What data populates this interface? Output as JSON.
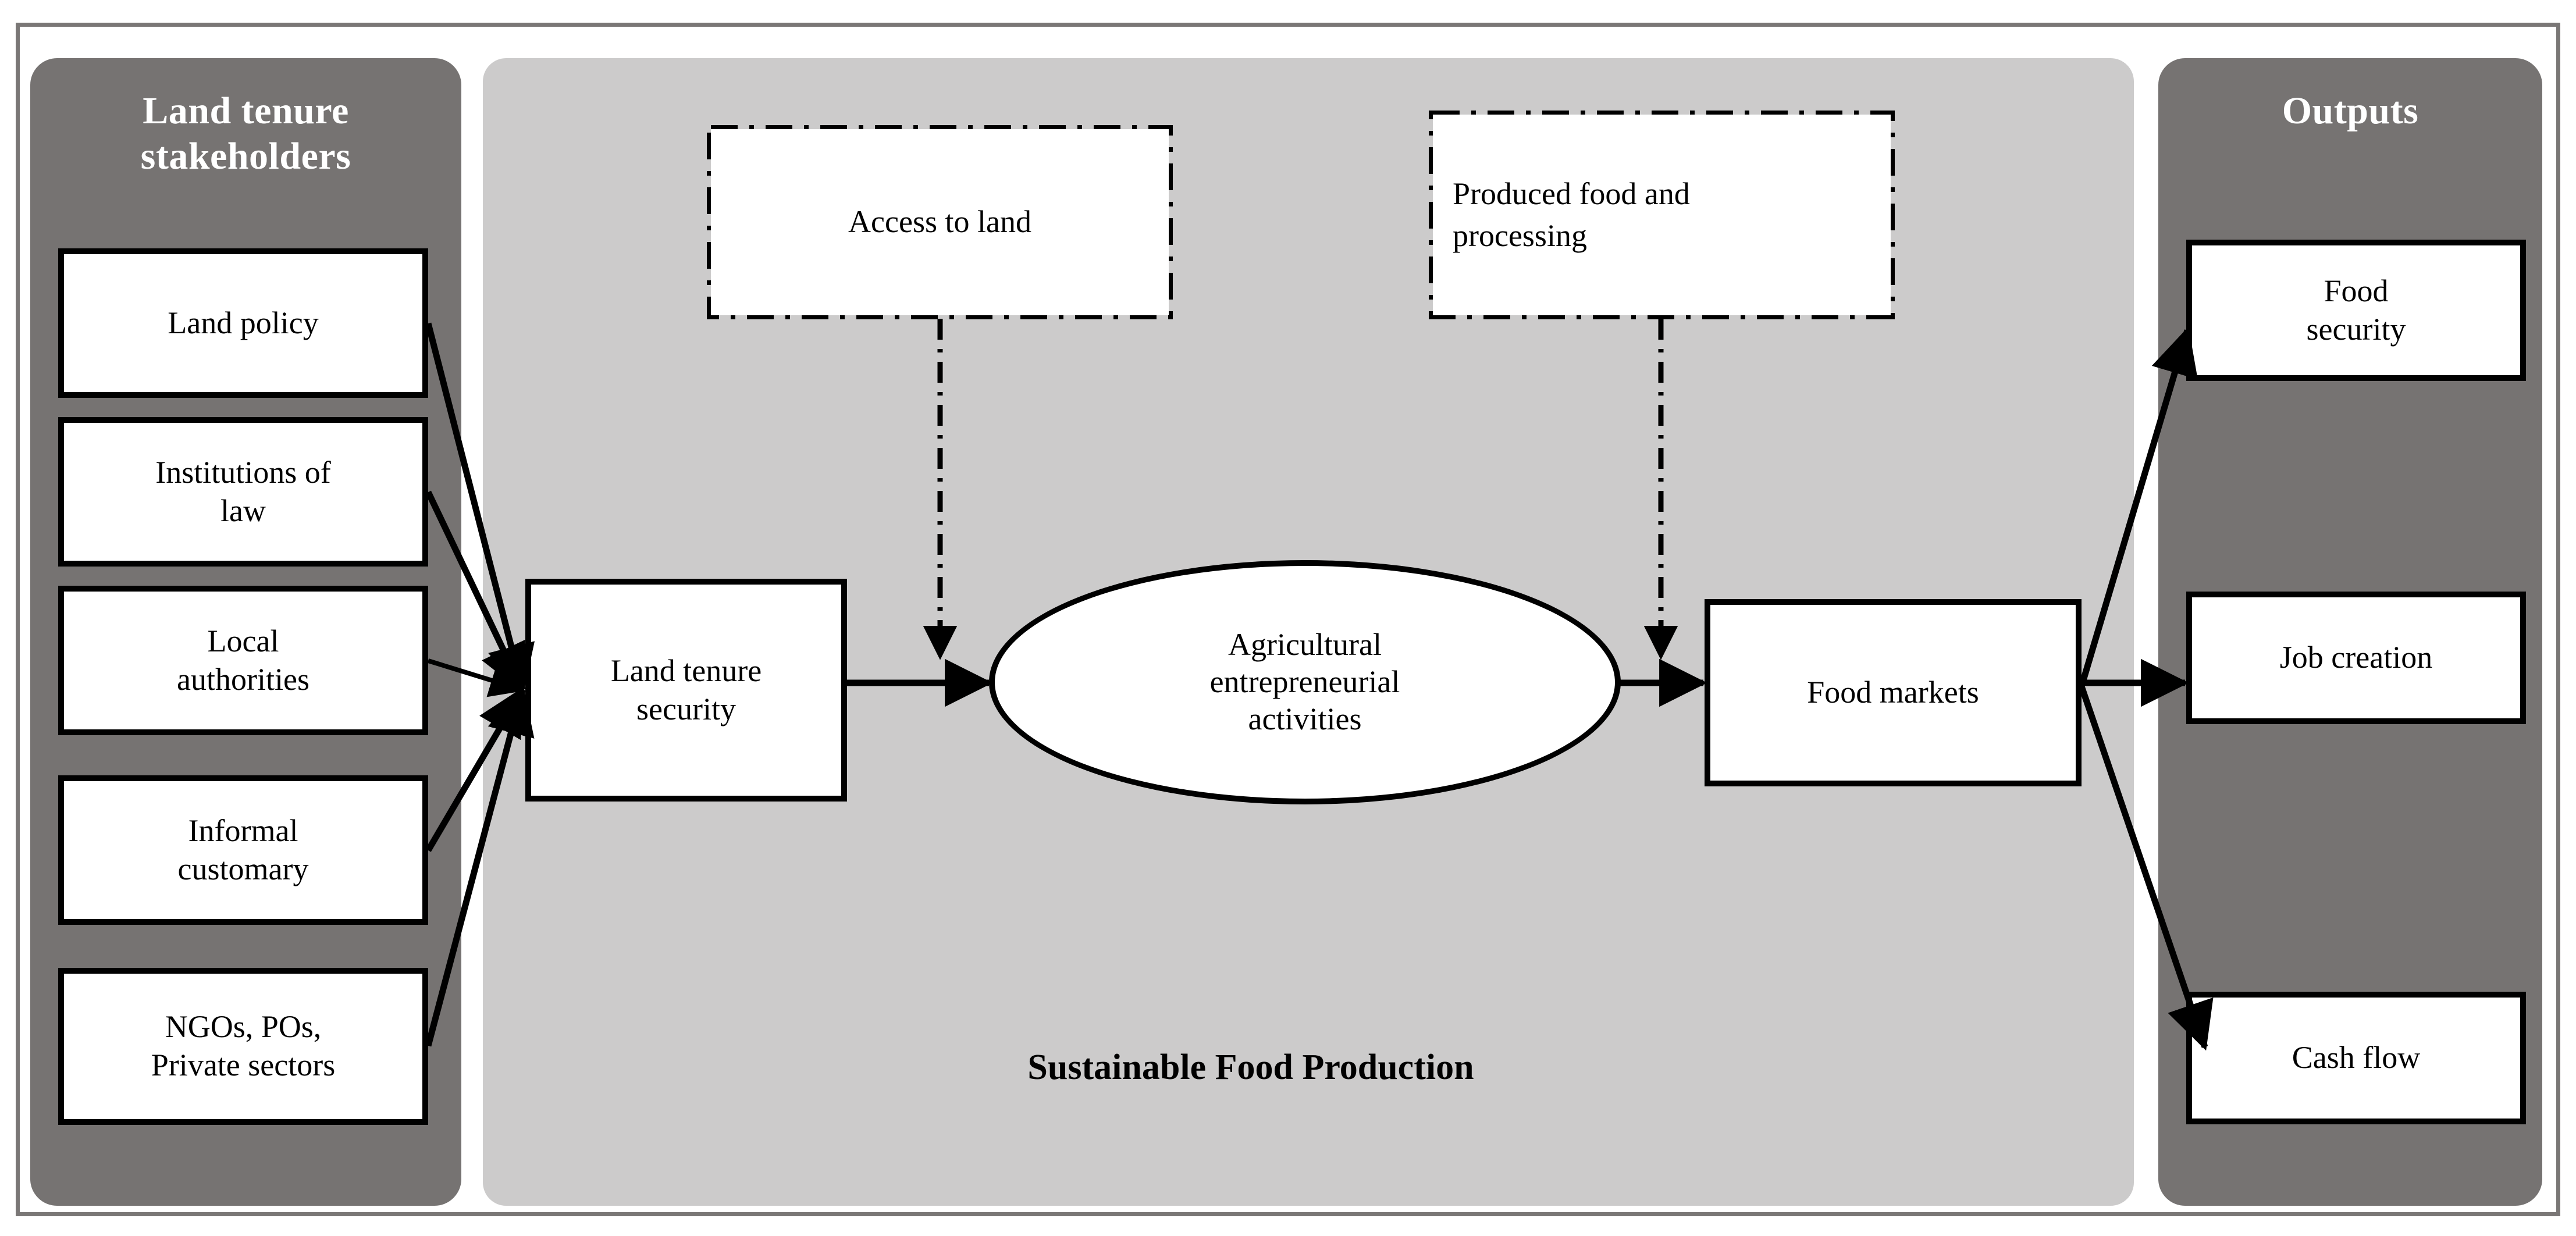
{
  "diagram": {
    "center_caption": "Sustainable Food Production",
    "colors": {
      "panel_dark": "#767372",
      "panel_light": "#cccbcb",
      "frame": "#7a7776",
      "node_border": "#000000",
      "node_fill": "#ffffff",
      "title_text": "#ffffff"
    }
  },
  "left_panel": {
    "title": "Land tenure\nstakeholders",
    "title_line1": "Land tenure",
    "title_line2": "stakeholders",
    "items": [
      {
        "label": "Land policy",
        "lines": [
          "Land policy"
        ]
      },
      {
        "label": "Institutions of law",
        "lines": [
          "Institutions of",
          "law"
        ]
      },
      {
        "label": "Local authorities",
        "lines": [
          "Local",
          "authorities"
        ]
      },
      {
        "label": "Informal customary",
        "lines": [
          "Informal",
          "customary"
        ]
      },
      {
        "label": "NGOs, POs, Private sectors",
        "lines": [
          "NGOs, POs,",
          "Private sectors"
        ]
      }
    ]
  },
  "center_panel": {
    "caption": "Sustainable Food Production",
    "dashed_inputs": [
      {
        "label": "Access to land",
        "lines": [
          "Access to land"
        ],
        "align": "center"
      },
      {
        "label": "Produced food and processing",
        "lines": [
          "Produced food and",
          "processing"
        ],
        "align": "left"
      }
    ],
    "process_nodes": [
      {
        "label": "Land tenure security",
        "lines": [
          "Land tenure",
          "security"
        ],
        "shape": "rect"
      },
      {
        "label": "Agricultural entrepreneurial activities",
        "lines": [
          "Agricultural",
          "entrepreneurial",
          "activities"
        ],
        "shape": "ellipse"
      },
      {
        "label": "Food markets",
        "lines": [
          "Food markets"
        ],
        "shape": "rect"
      }
    ]
  },
  "right_panel": {
    "title": "Outputs",
    "items": [
      {
        "label": "Food security",
        "lines": [
          "Food",
          "security"
        ]
      },
      {
        "label": "Job creation",
        "lines": [
          "Job creation"
        ]
      },
      {
        "label": "Cash flow",
        "lines": [
          "Cash flow"
        ]
      }
    ]
  }
}
